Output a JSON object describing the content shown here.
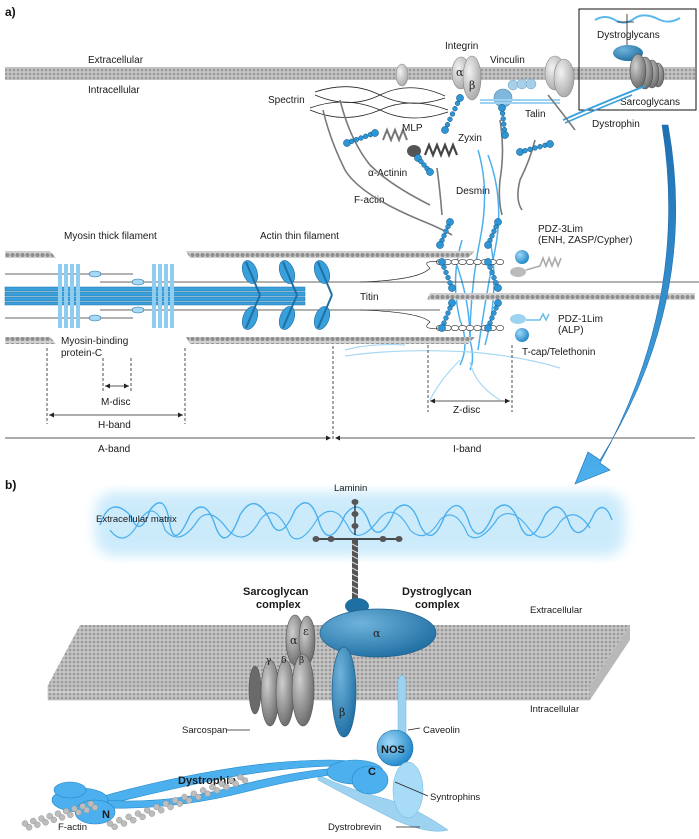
{
  "panel_a": {
    "label": "a)",
    "membrane": {
      "extracellular": "Extracellular",
      "intracellular": "Intracellular"
    },
    "proteins": {
      "integrin": "Integrin",
      "integrin_alpha": "α",
      "integrin_beta": "β",
      "vinculin": "Vinculin",
      "dystroglycans": "Dystroglycans",
      "sarcoglycans": "Sarcoglycans",
      "spectrin": "Spectrin",
      "mlp": "MLP",
      "zyxin": "Zyxin",
      "talin": "Talin",
      "dystrophin": "Dystrophin",
      "alpha_actinin": "α-Actinin",
      "desmin": "Desmin",
      "f_actin": "F-actin",
      "pdz3lim_line1": "PDZ-3Lim",
      "pdz3lim_line2": "(ENH, ZASP/Cypher)",
      "pdz1lim_line1": "PDZ-1Lim",
      "pdz1lim_line2": "(ALP)",
      "tcap": "T-cap/Telethonin",
      "titin": "Titin"
    },
    "filaments": {
      "myosin_thick": "Myosin thick filament",
      "actin_thin": "Actin thin filament",
      "mybpc_line1": "Myosin-binding",
      "mybpc_line2": "protein-C"
    },
    "bands": {
      "m_disc": "M-disc",
      "h_band": "H-band",
      "a_band": "A-band",
      "z_disc": "Z-disc",
      "i_band": "I-band"
    }
  },
  "panel_b": {
    "label": "b)",
    "laminin": "Laminin",
    "extracellular_matrix": "Extracellular matrix",
    "sarcoglycan_complex_line1": "Sarcoglycan",
    "sarcoglycan_complex_line2": "complex",
    "dystroglycan_complex_line1": "Dystroglycan",
    "dystroglycan_complex_line2": "complex",
    "extracellular": "Extracellular",
    "intracellular": "Intracellular",
    "dg_alpha": "α",
    "dg_beta": "β",
    "sg_alpha": "α",
    "sg_epsilon": "ε",
    "sg_gamma": "γ",
    "sg_delta": "δ",
    "sg_beta": "β",
    "sarcospan": "Sarcospan",
    "caveolin": "Caveolin",
    "nos": "NOS",
    "dystrophin": "Dystrophin",
    "c_terminus": "C",
    "n_terminus": "N",
    "syntrophins": "Syntrophins",
    "dystrobrevin": "Dystrobrevin",
    "f_actin": "F-actin"
  },
  "colors": {
    "protein_blue": "#3aa0dc",
    "dark_blue": "#2277aa",
    "light_blue": "#9dd3f0",
    "membrane_gray": "#b5b5b5",
    "dark_gray": "#6e6e6e",
    "arrow_blue": "#3b9fe0"
  }
}
